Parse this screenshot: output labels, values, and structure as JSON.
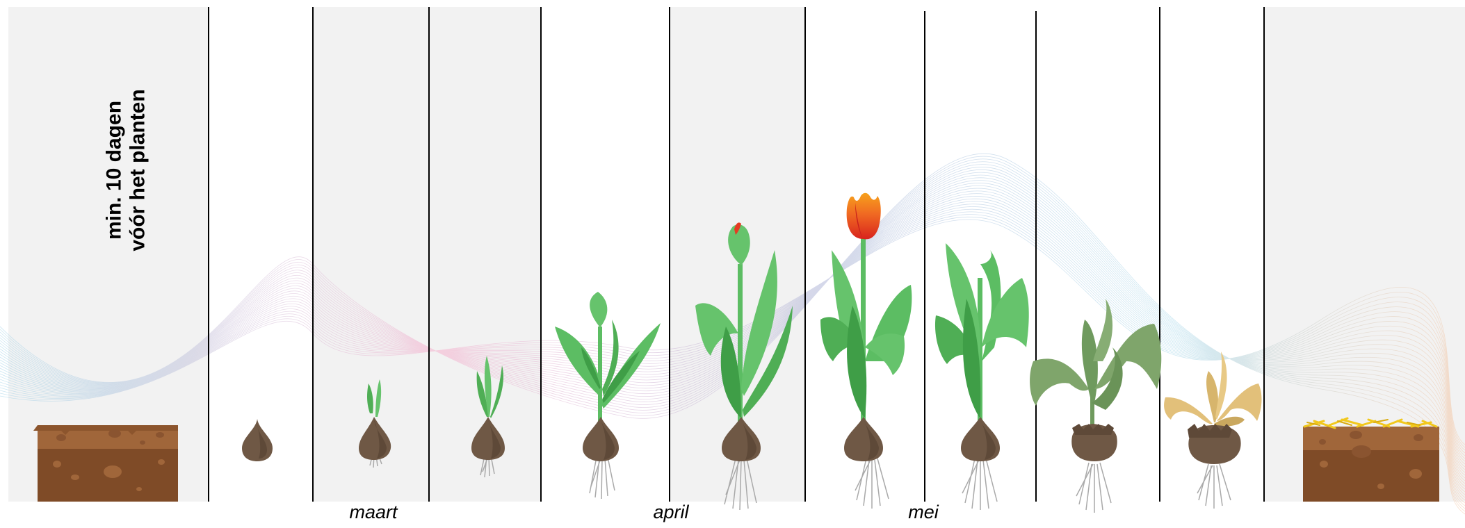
{
  "title_lines": [
    "min. 10 dagen",
    "vóór het planten"
  ],
  "months": [
    {
      "label": "maart"
    },
    {
      "label": "april"
    },
    {
      "label": "mei"
    }
  ],
  "stages": [
    {
      "name": "stage-soil-prepared"
    },
    {
      "name": "stage-bulb-planted"
    },
    {
      "name": "stage-small-sprout"
    },
    {
      "name": "stage-sprout"
    },
    {
      "name": "stage-young-leaves"
    },
    {
      "name": "stage-bud"
    },
    {
      "name": "stage-flower"
    },
    {
      "name": "stage-after-bloom"
    },
    {
      "name": "stage-wilting"
    },
    {
      "name": "stage-dried"
    },
    {
      "name": "stage-soil-covered"
    }
  ],
  "colors": {
    "panel_gray": "#f2f2f2",
    "soil_top": "#a0663a",
    "soil_body": "#7f4b27",
    "bulb": "#6f5845",
    "leaf_light": "#66c36c",
    "leaf_dark": "#3f9e47",
    "tulip_red": "#e63b23",
    "tulip_orange": "#f7a21c",
    "wilted_leaf": "#7fa56b",
    "dried_leaf": "#e2c07a",
    "straw": "#f1c81d"
  }
}
